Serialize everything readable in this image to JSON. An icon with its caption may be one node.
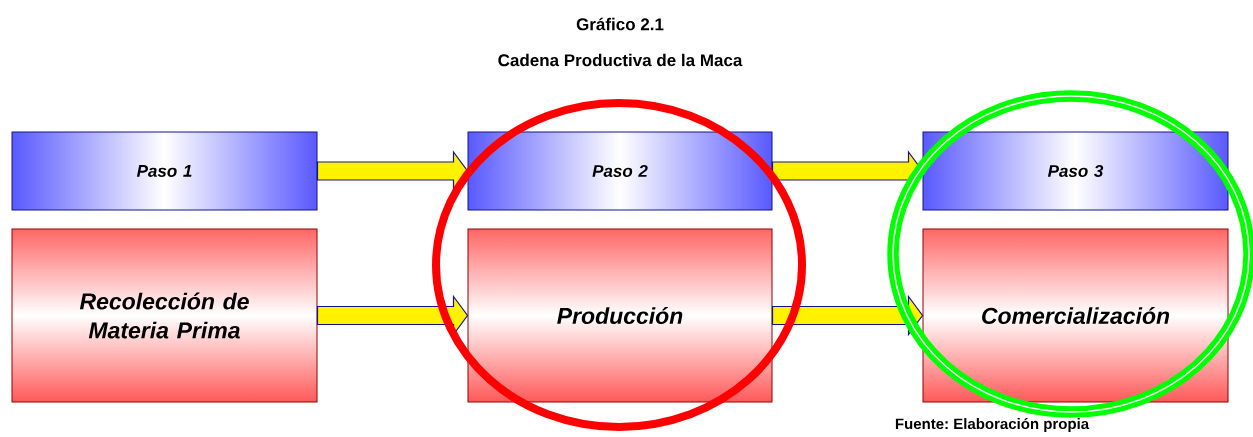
{
  "diagram": {
    "title": "Gráfico 2.1",
    "nodes": [
      {
        "text": [
          "Paso 1"
        ]
      },
      {
        "text": [
          "Paso 2"
        ]
      },
      {
        "text": [
          "Paso 3"
        ]
      },
      {
        "text": [
          "Recolección de Materia Prima"
        ]
      },
      {
        "text": [
          "Producción"
        ]
      },
      {
        "text": [
          "Comercialización"
        ]
      }
    ],
    "edges": [
      {
        "from": 0,
        "to": 1,
        "arrow": "to"
      },
      {
        "from": 1,
        "to": 2,
        "arrow": "to"
      },
      {
        "from": 3,
        "to": 4,
        "arrow": "to"
      },
      {
        "from": 4,
        "to": 5,
        "arrow": "to"
      }
    ],
    "labels": [
      "Cadena Productiva de la Maca"
    ],
    "caption": "Fuente: Elaboración propia"
  }
}
